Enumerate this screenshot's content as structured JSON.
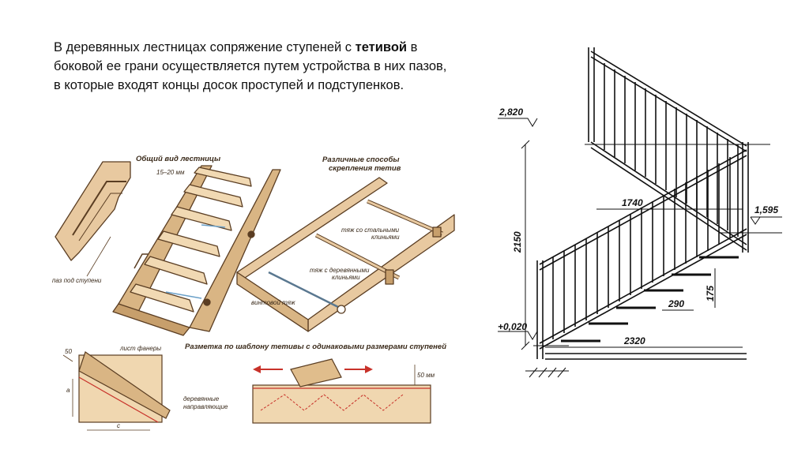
{
  "paragraph": {
    "before": "В деревянных лестницах сопряжение ступеней с ",
    "bold": "тетивой",
    "after": " в боковой ее грани осуществляется путем устройства в них пазов, в которые входят концы досок проступей и подступенков."
  },
  "illustration": {
    "general_view_title": "Общий вид лестницы",
    "gap_label": "15–20 мм",
    "groove_label": "паз под ступени",
    "methods_title_line1": "Различные способы",
    "methods_title_line2": "скрепления тетив",
    "steel_ties_line1": "тяж со стальными",
    "steel_ties_line2": "клиньями",
    "wood_ties_line1": "тяж с деревянными",
    "wood_ties_line2": "клиньями",
    "screw_tie": "винтовой тяж",
    "template_title": "Разметка по шаблону тетивы с одинаковыми размерами ступеней",
    "plywood_label": "лист фанеры",
    "guides_line1": "деревянные",
    "guides_line2": "направляющие",
    "dim_50": "50",
    "dim_a": "a",
    "dim_c": "c",
    "dim_50mm": "50 мм"
  },
  "drawing": {
    "level_top": "2,820",
    "level_mid": "1,595",
    "level_bottom": "+0,020",
    "height_total": "2150",
    "length_upper": "1740",
    "length_lower": "2320",
    "tread": "290",
    "riser": "175"
  },
  "colors": {
    "wood": "#e8c9a0",
    "wood_dark": "#b88a58",
    "outline": "#5a3d22",
    "arrow_red": "#c8322a"
  }
}
